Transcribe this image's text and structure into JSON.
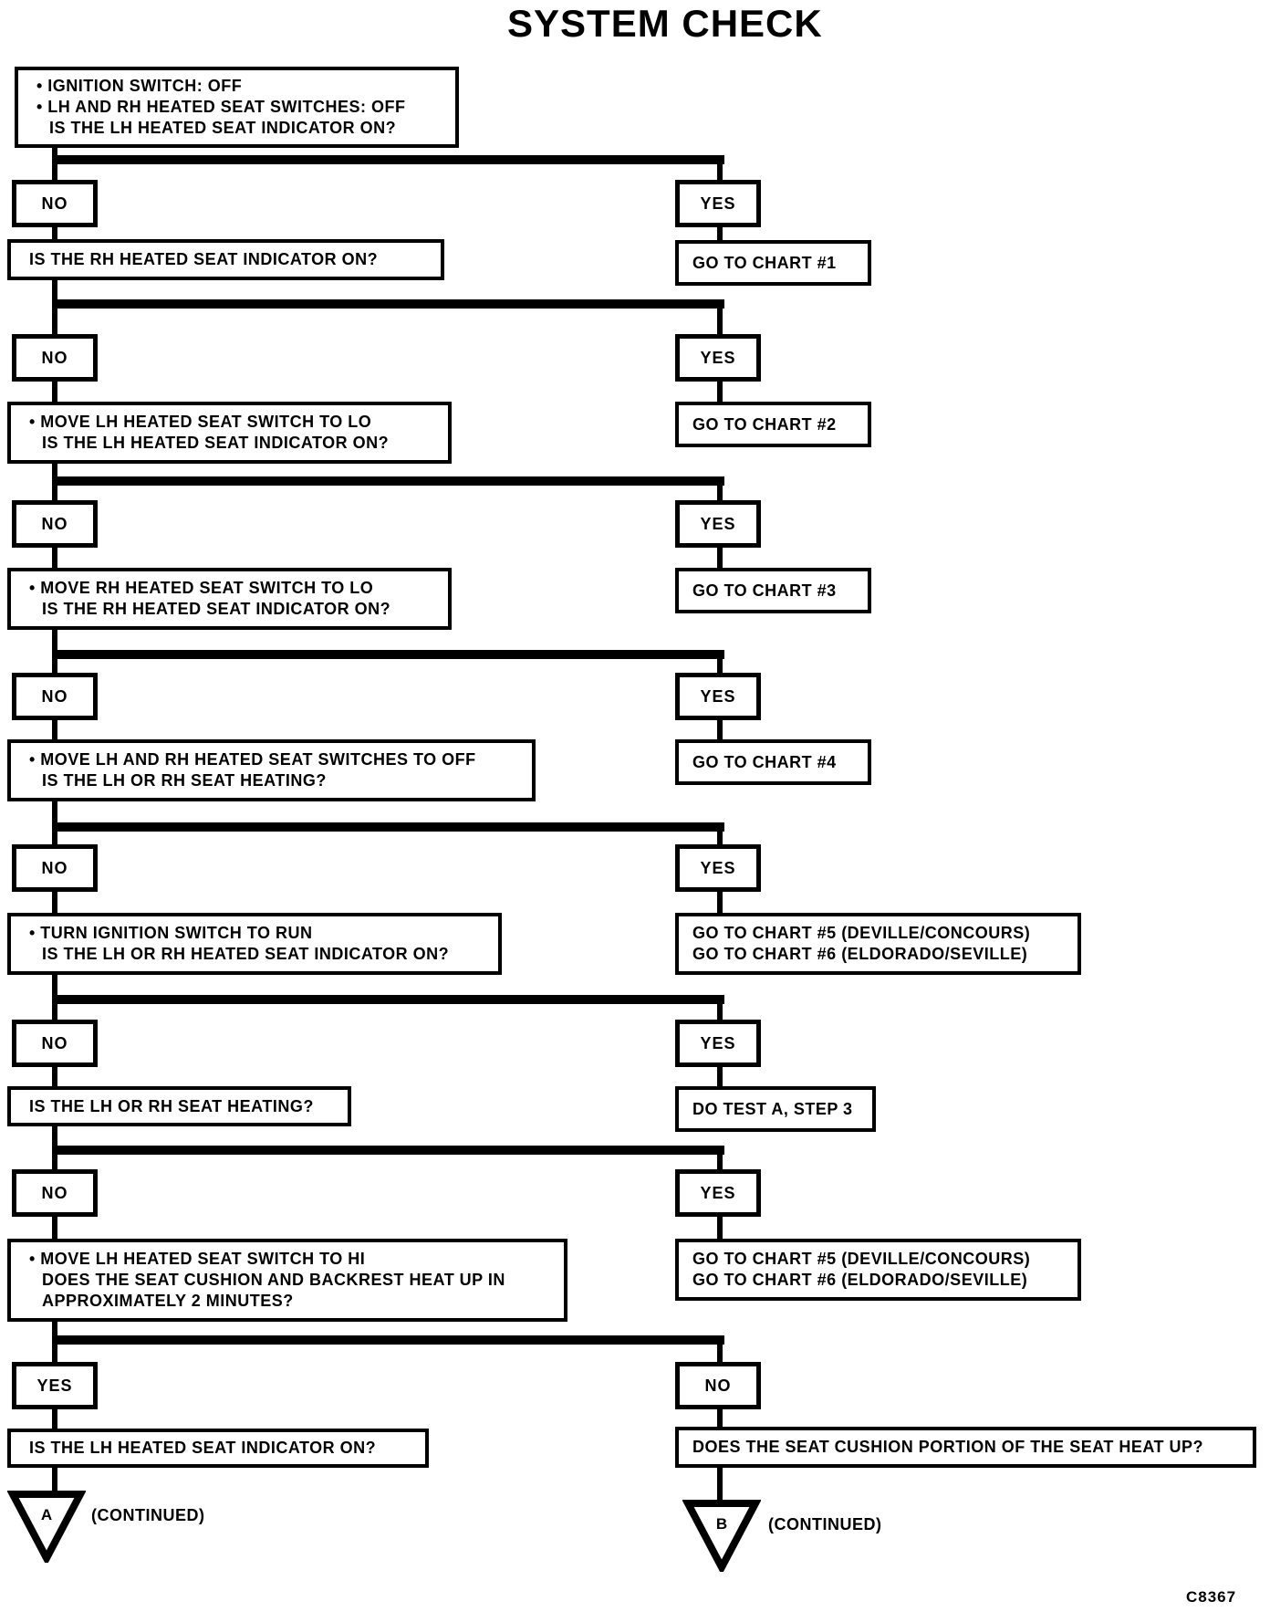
{
  "title": "SYSTEM CHECK",
  "figure_code": "C8367",
  "colors": {
    "ink": "#000000",
    "paper": "#ffffff"
  },
  "start_box": {
    "line1": "• IGNITION SWITCH: OFF",
    "line2": "• LH AND RH HEATED SEAT SWITCHES: OFF",
    "line3": "IS THE LH HEATED SEAT INDICATOR ON?"
  },
  "rows": [
    {
      "left_branch": "NO",
      "right_branch": "YES",
      "left_line1": "IS THE RH HEATED SEAT INDICATOR ON?",
      "right_line1": "GO TO CHART #1"
    },
    {
      "left_branch": "NO",
      "right_branch": "YES",
      "left_line1": "• MOVE LH HEATED SEAT SWITCH TO LO",
      "left_line2": "IS THE LH HEATED SEAT INDICATOR ON?",
      "right_line1": "GO TO CHART #2"
    },
    {
      "left_branch": "NO",
      "right_branch": "YES",
      "left_line1": "• MOVE RH HEATED SEAT SWITCH TO LO",
      "left_line2": "IS THE RH HEATED SEAT INDICATOR ON?",
      "right_line1": "GO TO CHART #3"
    },
    {
      "left_branch": "NO",
      "right_branch": "YES",
      "left_line1": "• MOVE LH AND RH HEATED SEAT SWITCHES TO OFF",
      "left_line2": "IS THE LH OR RH SEAT HEATING?",
      "right_line1": "GO TO CHART #4"
    },
    {
      "left_branch": "NO",
      "right_branch": "YES",
      "left_line1": "• TURN IGNITION SWITCH TO RUN",
      "left_line2": "IS THE LH OR RH HEATED SEAT INDICATOR ON?",
      "right_line1": "GO TO CHART #5 (DEVILLE/CONCOURS)",
      "right_line2": "GO TO CHART #6 (ELDORADO/SEVILLE)"
    },
    {
      "left_branch": "NO",
      "right_branch": "YES",
      "left_line1": "IS THE LH OR RH SEAT HEATING?",
      "right_line1": "DO TEST A, STEP 3"
    },
    {
      "left_branch": "NO",
      "right_branch": "YES",
      "left_line1": "• MOVE LH HEATED SEAT SWITCH TO HI",
      "left_line2": "DOES THE SEAT CUSHION AND BACKREST HEAT UP IN",
      "left_line3": "APPROXIMATELY 2 MINUTES?",
      "right_line1": "GO TO CHART #5 (DEVILLE/CONCOURS)",
      "right_line2": "GO TO CHART #6 (ELDORADO/SEVILLE)"
    },
    {
      "left_branch": "YES",
      "right_branch": "NO",
      "left_line1": "IS THE LH HEATED SEAT INDICATOR ON?",
      "right_line1": "DOES THE SEAT CUSHION PORTION OF THE SEAT HEAT UP?"
    }
  ],
  "terminals": {
    "left_letter": "A",
    "left_note": "(CONTINUED)",
    "right_letter": "B",
    "right_note": "(CONTINUED)"
  }
}
